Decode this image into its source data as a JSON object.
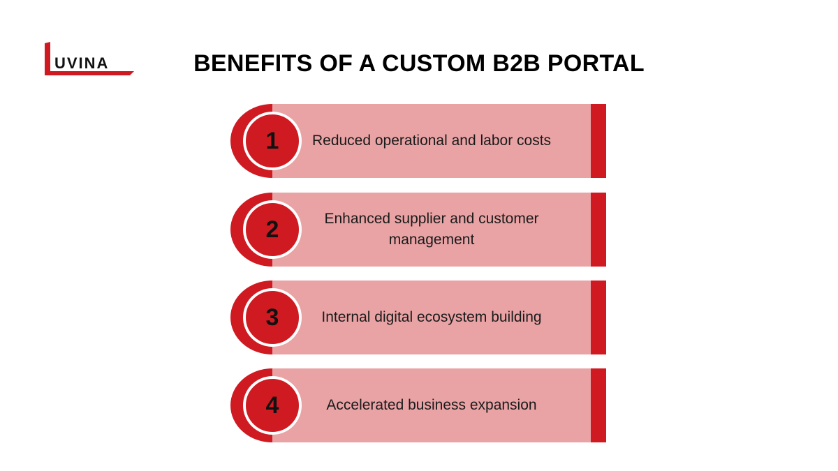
{
  "logo": {
    "text": "UVINA",
    "brand_color": "#cf1a22"
  },
  "title": "BENEFITS OF A CUSTOM B2B PORTAL",
  "items": [
    {
      "number": "1",
      "text": "Reduced operational and labor costs"
    },
    {
      "number": "2",
      "text": "Enhanced supplier and customer management"
    },
    {
      "number": "3",
      "text": "Internal digital ecosystem building"
    },
    {
      "number": "4",
      "text": "Accelerated business expansion"
    }
  ]
}
